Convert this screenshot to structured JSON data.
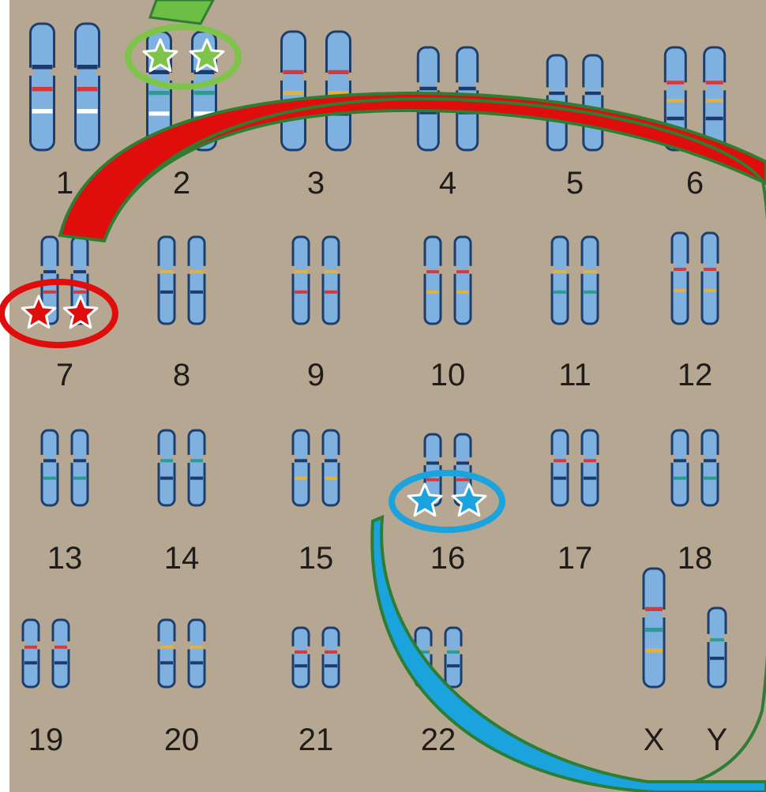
{
  "colors": {
    "background": "#b5a792",
    "chromosome": "#7fb1e0",
    "chromosome_outline": "#1e3f6e",
    "green_highlight": "#7ec34a",
    "red_highlight": "#e00d0d",
    "blue_highlight": "#1aa3dd",
    "arrow_outline": "#2e7d32"
  },
  "chromosomes": [
    {
      "label": "1",
      "bands": [
        "#1c3a6a",
        "#d43a3a",
        "#ffffff"
      ]
    },
    {
      "label": "2",
      "bands": [
        "#1c3a6a",
        "#2a9d8f",
        "#ffffff"
      ]
    },
    {
      "label": "3",
      "bands": [
        "#d43a3a",
        "#e3b23c",
        "#1c3a6a"
      ]
    },
    {
      "label": "4",
      "bands": [
        "#1c3a6a",
        "#1c3a6a"
      ]
    },
    {
      "label": "5",
      "bands": [
        "#1c3a6a",
        "#2a9d8f"
      ]
    },
    {
      "label": "6",
      "bands": [
        "#d43a3a",
        "#e3b23c",
        "#1c3a6a"
      ]
    },
    {
      "label": "7",
      "bands": [
        "#1c3a6a",
        "#d43a3a"
      ]
    },
    {
      "label": "8",
      "bands": [
        "#e3b23c",
        "#1c3a6a"
      ]
    },
    {
      "label": "9",
      "bands": [
        "#e3b23c",
        "#d43a3a"
      ]
    },
    {
      "label": "10",
      "bands": [
        "#d43a3a",
        "#e3b23c"
      ]
    },
    {
      "label": "11",
      "bands": [
        "#e3b23c",
        "#2a9d8f"
      ]
    },
    {
      "label": "12",
      "bands": [
        "#d43a3a",
        "#e3b23c"
      ]
    },
    {
      "label": "13",
      "bands": [
        "#1c3a6a",
        "#2a9d8f"
      ]
    },
    {
      "label": "14",
      "bands": [
        "#2a9d8f",
        "#1c3a6a"
      ]
    },
    {
      "label": "15",
      "bands": [
        "#1c3a6a",
        "#e3b23c"
      ]
    },
    {
      "label": "16",
      "bands": [
        "#1c3a6a",
        "#d43a3a"
      ]
    },
    {
      "label": "17",
      "bands": [
        "#d43a3a",
        "#1c3a6a"
      ]
    },
    {
      "label": "18",
      "bands": [
        "#1c3a6a",
        "#2a9d8f"
      ]
    },
    {
      "label": "19",
      "bands": [
        "#d43a3a",
        "#1c3a6a"
      ]
    },
    {
      "label": "20",
      "bands": [
        "#e3b23c",
        "#1c3a6a"
      ]
    },
    {
      "label": "21",
      "bands": [
        "#d43a3a",
        "#1c3a6a"
      ]
    },
    {
      "label": "22",
      "bands": [
        "#2a9d8f",
        "#1c3a6a"
      ]
    },
    {
      "label": "X",
      "bands": [
        "#d43a3a",
        "#2a9d8f",
        "#e3b23c"
      ]
    },
    {
      "label": "Y",
      "bands": [
        "#2a9d8f",
        "#1c3a6a"
      ]
    }
  ],
  "highlights": [
    {
      "chromosome": "2",
      "color": "#7ec34a"
    },
    {
      "chromosome": "7",
      "color": "#e00d0d"
    },
    {
      "chromosome": "16",
      "color": "#1aa3dd"
    }
  ]
}
